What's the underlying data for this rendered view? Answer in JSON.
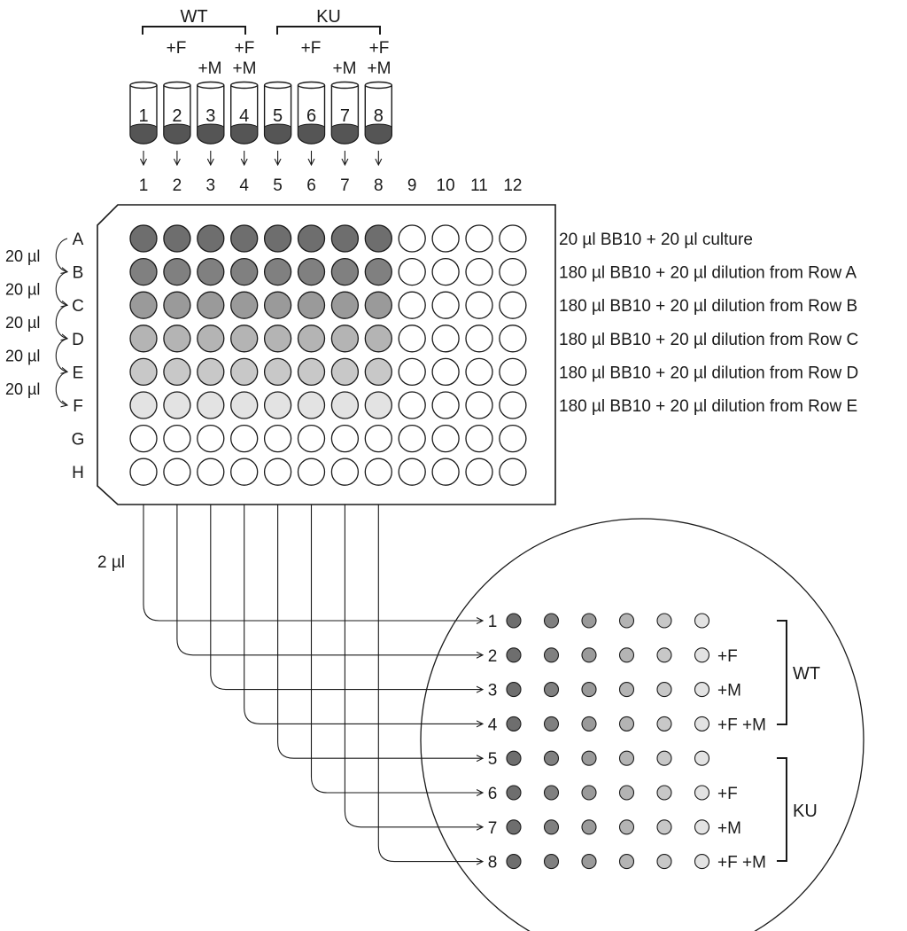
{
  "groups": [
    {
      "label": "WT",
      "tubes": [
        1,
        2,
        3,
        4
      ]
    },
    {
      "label": "KU",
      "tubes": [
        5,
        6,
        7,
        8
      ]
    }
  ],
  "tubes": [
    {
      "number": "1",
      "top": "",
      "bottom": ""
    },
    {
      "number": "2",
      "top": "+F",
      "bottom": ""
    },
    {
      "number": "3",
      "top": "",
      "bottom": "+M"
    },
    {
      "number": "4",
      "top": "+F",
      "bottom": "+M"
    },
    {
      "number": "5",
      "top": "",
      "bottom": ""
    },
    {
      "number": "6",
      "top": "+F",
      "bottom": ""
    },
    {
      "number": "7",
      "top": "",
      "bottom": "+M"
    },
    {
      "number": "8",
      "top": "+F",
      "bottom": "+M"
    }
  ],
  "plate": {
    "columns": [
      "1",
      "2",
      "3",
      "4",
      "5",
      "6",
      "7",
      "8",
      "9",
      "10",
      "11",
      "12"
    ],
    "rows": [
      "A",
      "B",
      "C",
      "D",
      "E",
      "F",
      "G",
      "H"
    ],
    "filled_columns": 8,
    "row_fills": [
      "#6e6e6e",
      "#808080",
      "#9a9a9a",
      "#b4b4b4",
      "#c8c8c8",
      "#e3e3e3",
      "#ffffff",
      "#ffffff"
    ],
    "row_annotations": [
      "20 µl BB10 + 20 µl culture",
      "180 µl BB10 + 20 µl dilution from Row A",
      "180 µl BB10 + 20 µl dilution from Row B",
      "180 µl BB10 + 20 µl dilution from Row C",
      "180 µl BB10 + 20 µl dilution from Row D",
      "180 µl BB10 + 20 µl dilution from Row E"
    ],
    "transfer_labels": [
      "20 µl",
      "20 µl",
      "20 µl",
      "20 µl",
      "20 µl"
    ]
  },
  "spotting": {
    "volume_label": "2 µl",
    "row_numbers": [
      "1",
      "2",
      "3",
      "4",
      "5",
      "6",
      "7",
      "8"
    ],
    "spot_fills": [
      "#6e6e6e",
      "#808080",
      "#9a9a9a",
      "#b4b4b4",
      "#c8c8c8",
      "#e3e3e3"
    ],
    "treatment_labels": [
      "",
      "+F",
      "+M",
      "+F +M",
      "",
      "+F",
      "+M",
      "+F +M"
    ],
    "groups": [
      {
        "label": "WT",
        "rows": [
          1,
          4
        ]
      },
      {
        "label": "KU",
        "rows": [
          5,
          8
        ]
      }
    ]
  }
}
